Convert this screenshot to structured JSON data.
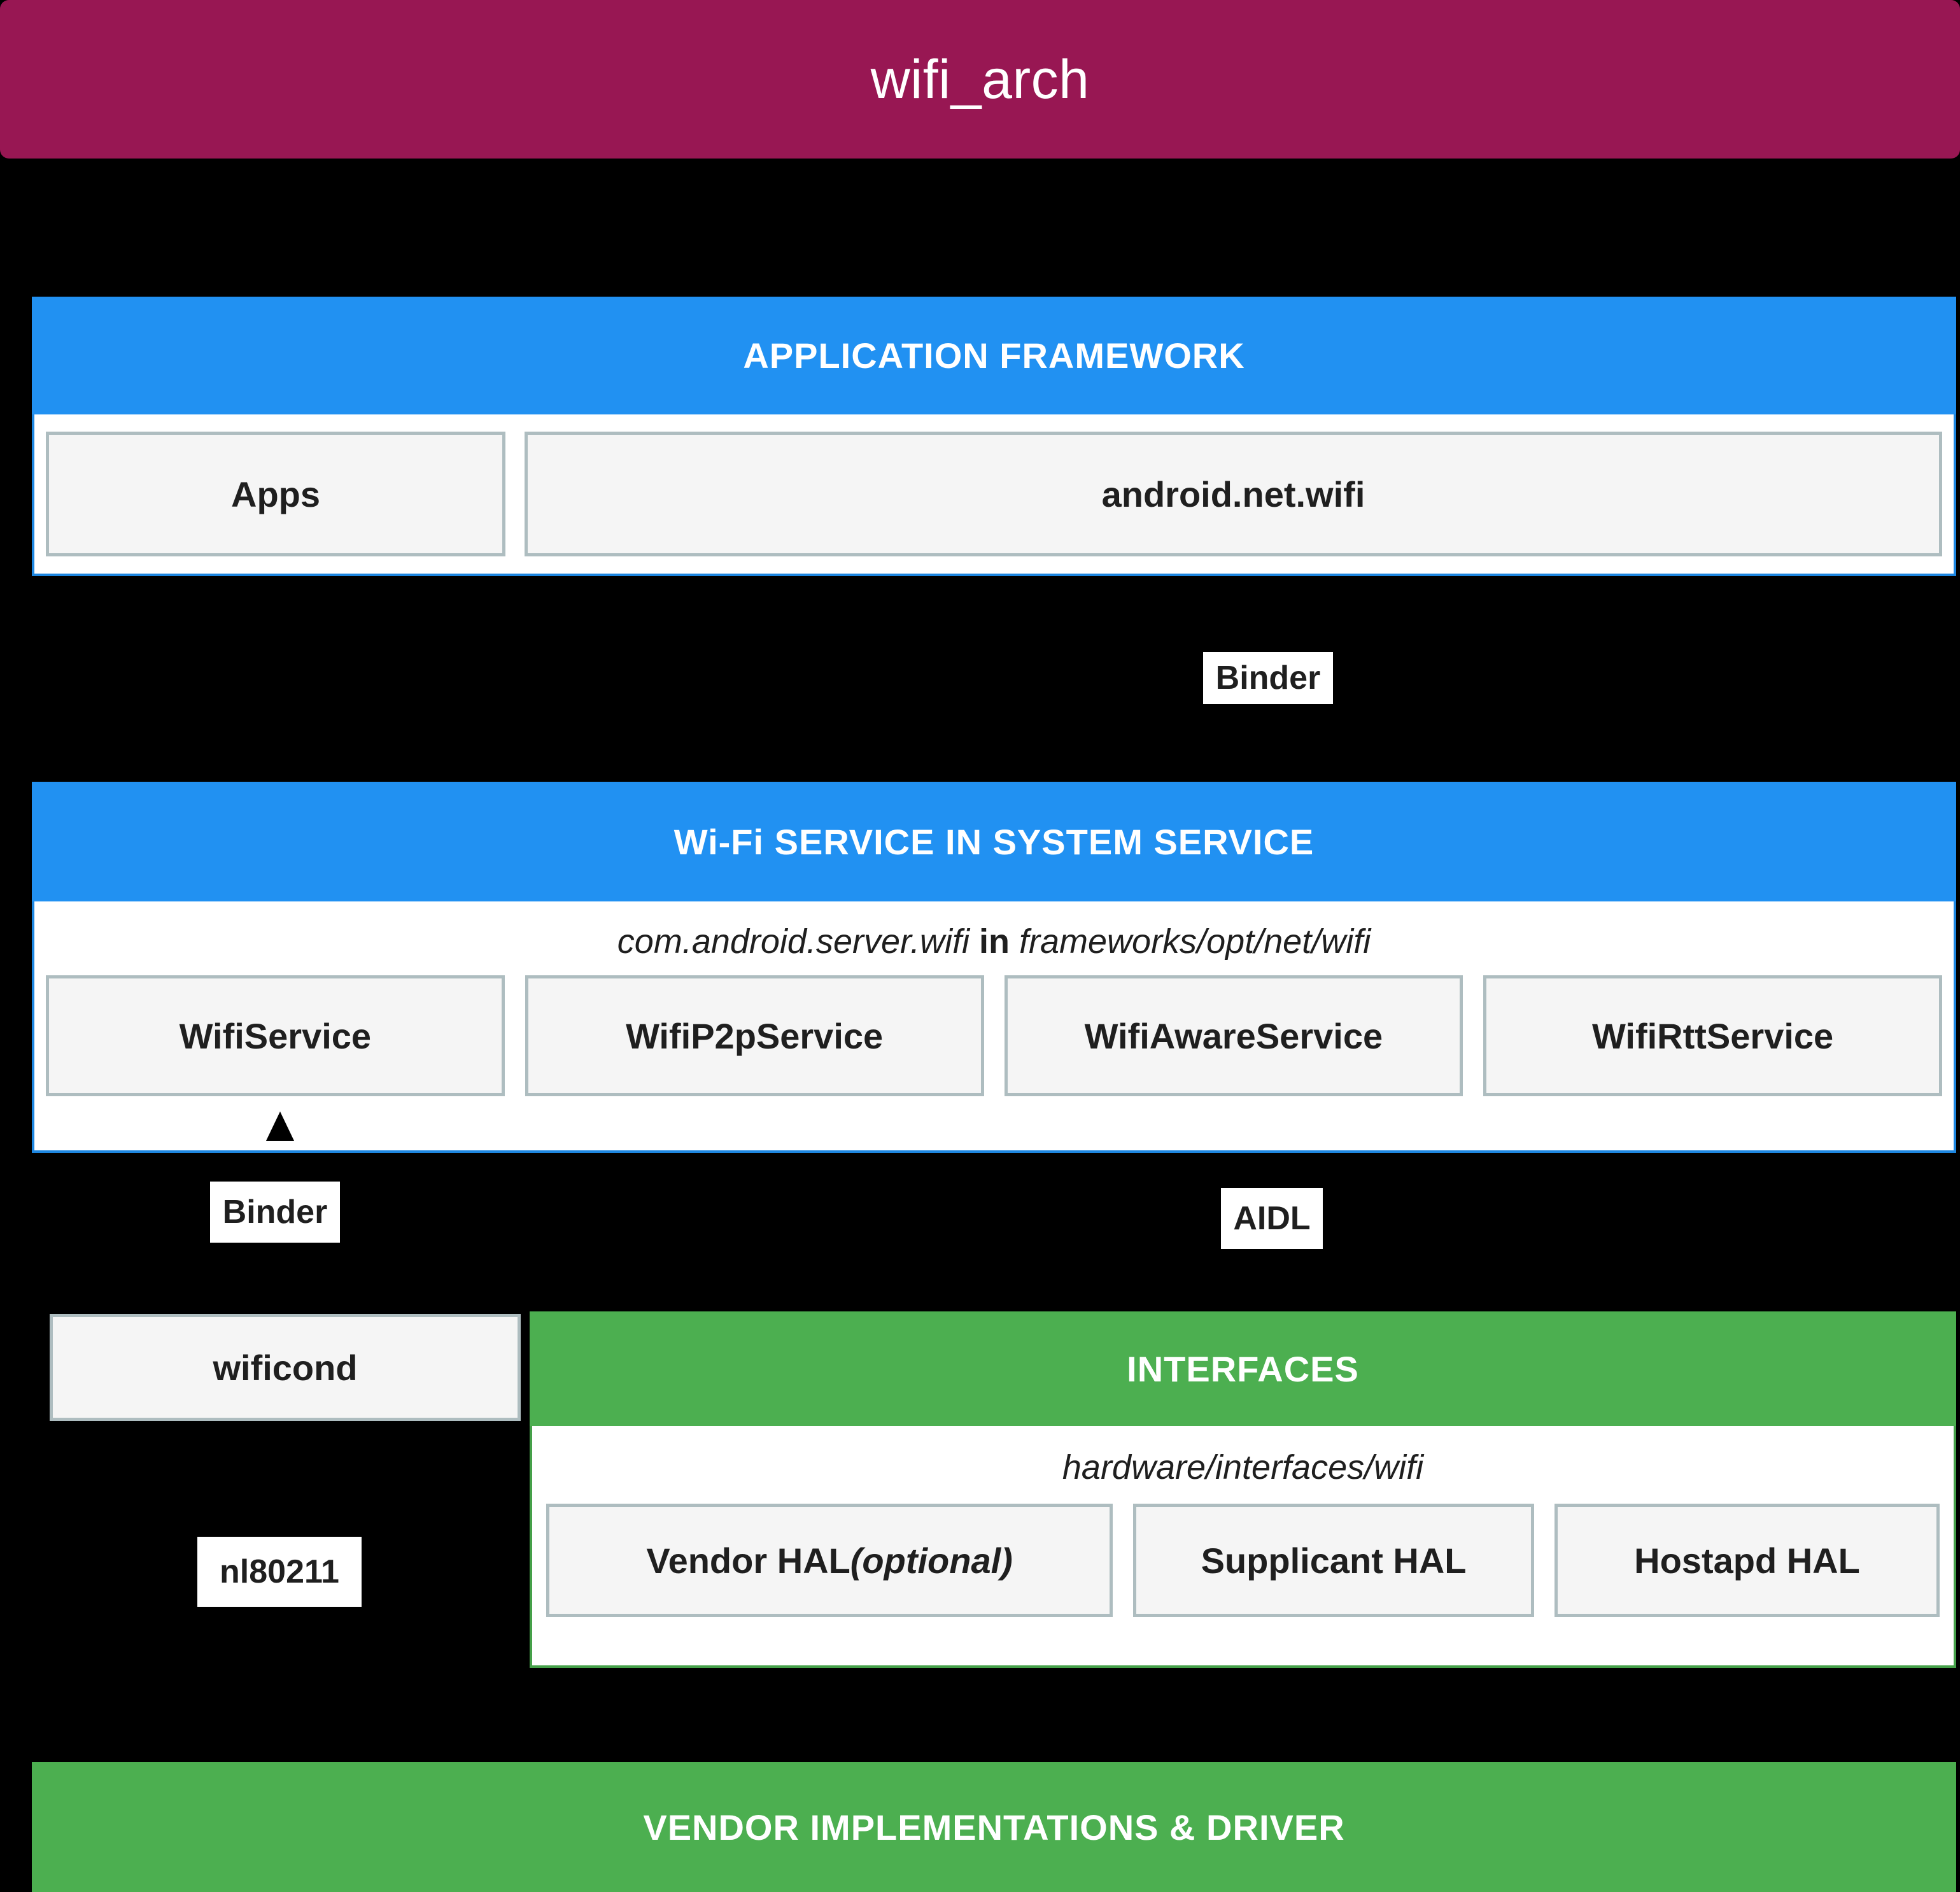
{
  "title": {
    "text": "wifi_arch",
    "background_color": "#981753",
    "text_color": "#ffffff"
  },
  "colors": {
    "blue": "#2191F2",
    "green": "#4CAF50",
    "magenta": "#981753",
    "box_fill": "#F5F5F5",
    "box_border": "#AEBDC0",
    "page_background": "#000000",
    "panel_body": "#ffffff"
  },
  "layers": [
    {
      "id": "application-framework",
      "header": "APPLICATION FRAMEWORK",
      "accent": "#2191F2",
      "boxes": [
        {
          "label": "Apps"
        },
        {
          "label": "android.net.wifi"
        }
      ]
    },
    {
      "id": "wifi-service",
      "header": "Wi-Fi SERVICE IN SYSTEM SERVICE",
      "accent": "#2191F2",
      "path_prefix": "com.android.server.wifi",
      "path_keyword": "in",
      "path_suffix": "frameworks/opt/net/wifi",
      "boxes": [
        {
          "label": "WifiService"
        },
        {
          "label": "WifiP2pService"
        },
        {
          "label": "WifiAwareService"
        },
        {
          "label": "WifiRttService"
        }
      ]
    },
    {
      "id": "interfaces",
      "header": "INTERFACES",
      "accent": "#4CAF50",
      "path": "hardware/interfaces/wifi",
      "boxes": [
        {
          "label": "Vendor HAL ",
          "suffix": "(optional)"
        },
        {
          "label": "Supplicant HAL"
        },
        {
          "label": "Hostapd HAL"
        }
      ]
    }
  ],
  "standalone_boxes": [
    {
      "id": "wificond",
      "label": "wificond"
    }
  ],
  "connectors": [
    {
      "id": "binder-top",
      "label": "Binder"
    },
    {
      "id": "binder-mid",
      "label": "Binder"
    },
    {
      "id": "aidl",
      "label": "AIDL"
    },
    {
      "id": "nl80211",
      "label": "nl80211"
    }
  ],
  "bottom_bar": {
    "label": "VENDOR IMPLEMENTATIONS & DRIVER",
    "background_color": "#4CAF50",
    "text_color": "#ffffff"
  }
}
